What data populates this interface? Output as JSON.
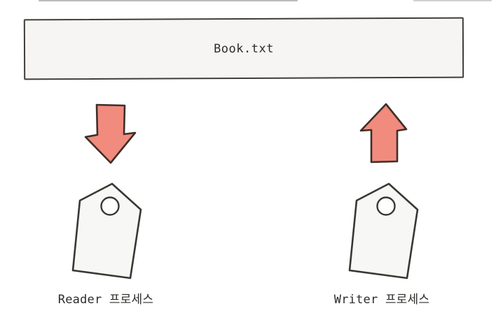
{
  "diagram": {
    "file_box": {
      "label": "Book.txt"
    },
    "reader": {
      "label": "Reader 프로세스",
      "arrow_direction": "down",
      "icon": "tag-icon"
    },
    "writer": {
      "label": "Writer 프로세스",
      "arrow_direction": "up",
      "icon": "tag-icon"
    },
    "icons": [
      "down-arrow-icon",
      "up-arrow-icon",
      "tag-icon"
    ],
    "colors": {
      "background": "#ffffff",
      "box_fill": "#f6f5f3",
      "box_stroke": "#3f3d3a",
      "arrow_fill": "#f18b7d",
      "arrow_stroke": "#3d2f2b",
      "tag_fill": "#f7f7f5",
      "tag_stroke": "#3a3734",
      "text": "#2e2c2a"
    }
  }
}
